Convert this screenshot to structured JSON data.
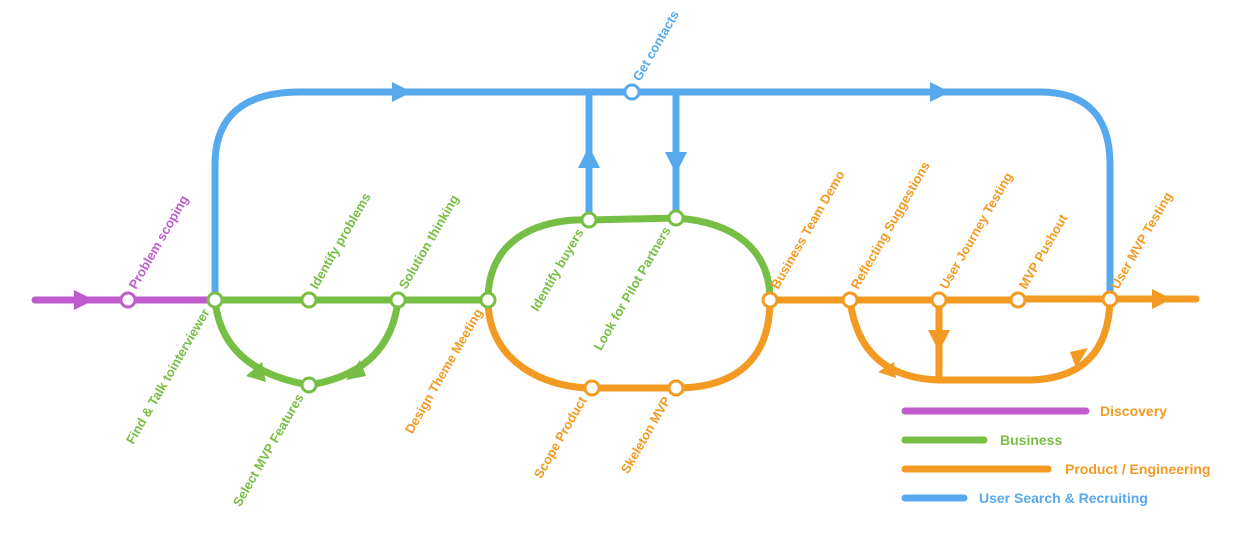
{
  "colors": {
    "discovery": "#BF5BCC",
    "business": "#77BF44",
    "product": "#F39A22",
    "user": "#57A9EE"
  },
  "stops": {
    "problem_scoping": "Problem scoping",
    "find_talk": "Find & Talk tointerviewer",
    "identify_problems": "Identify problems",
    "solution_thinking": "Solution thinking",
    "select_mvp": "Select MVP Features",
    "design_theme": "Design Theme Meeting",
    "identify_buyers": "Identify buyers",
    "look_pilot": "Look for Pilot Partners",
    "get_contacts": "Get contacts",
    "scope_product": "Scope Product",
    "skeleton_mvp": "Skeleton MVP",
    "business_demo": "Business Team Demo",
    "reflecting": "Reflecting Suggestions",
    "user_journey": "User Journey Testing",
    "mvp_pushout": "MVP Pushout",
    "user_mvp_testing": "User MVP Testing"
  },
  "legend": [
    {
      "label": "Discovery",
      "color": "#BF5BCC",
      "text_color": "#F39A22"
    },
    {
      "label": "Business",
      "color": "#77BF44",
      "text_color": "#77BF44"
    },
    {
      "label": "Product / Engineering",
      "color": "#F39A22",
      "text_color": "#F39A22"
    },
    {
      "label": "User Search & Recruiting",
      "color": "#57A9EE",
      "text_color": "#57A9EE"
    }
  ]
}
